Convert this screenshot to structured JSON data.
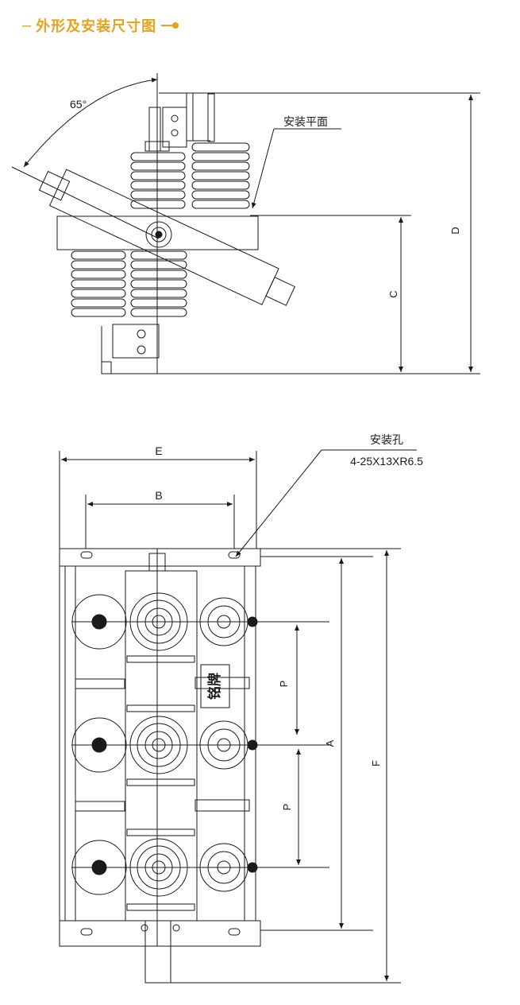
{
  "header": {
    "title": "外形及安装尺寸图"
  },
  "side_view": {
    "angle_label": "65°",
    "mounting_plane_label": "安装平面",
    "dim_c": "C",
    "dim_d": "D"
  },
  "plan_view": {
    "dim_e": "E",
    "dim_b": "B",
    "mounting_hole_label": "安装孔",
    "mounting_hole_spec": "4-25X13XR6.5",
    "dim_p_upper": "P",
    "dim_p_lower": "P",
    "dim_a": "A",
    "dim_f": "F",
    "nameplate_label": "铭牌"
  },
  "colors": {
    "accent": "#e8a21c",
    "line": "#1a1a1a"
  }
}
